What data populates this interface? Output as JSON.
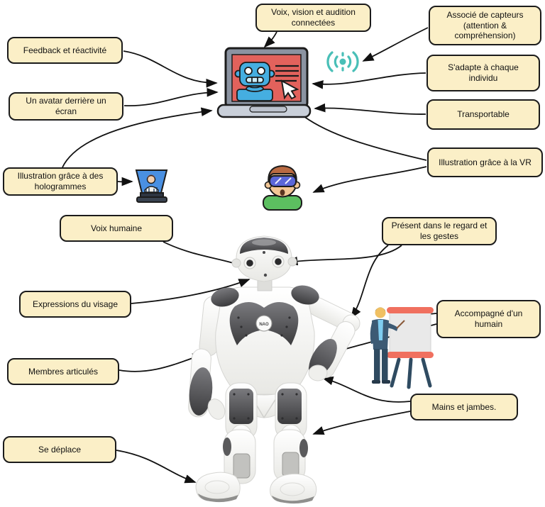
{
  "labels": {
    "voice_vision": "Voix, vision et audition connectées",
    "sensors": "Associé de capteurs (attention & compréhension)",
    "feedback": "Feedback et réactivité",
    "avatar": "Un avatar derrière un écran",
    "adapts": "S'adapte à chaque individu",
    "transportable": "Transportable",
    "vr": "Illustration grâce à la VR",
    "holograms": "Illustration grâce à des hologrammes",
    "human_voice": "Voix humaine",
    "gaze": "Présent dans le regard et les gestes",
    "face": "Expressions du visage",
    "human_companion": "Accompagné d'un humain",
    "limbs": "Membres articulés",
    "hands_legs": "Mains et jambes.",
    "moves": "Se déplace"
  },
  "robot": {
    "badge": "NAO"
  },
  "icons": {
    "laptop": "laptop-robot-avatar-illustration",
    "signal": "broadcast-signal-icon",
    "hologram": "hologram-projector-icon",
    "vr_person": "vr-headset-person-icon",
    "presenter": "presenter-with-flipchart-illustration",
    "robot": "nao-robot-illustration"
  },
  "colors": {
    "label_fill": "#FBEFC7",
    "label_border": "#1B1B1B",
    "connector": "#111111",
    "screen_red": "#E2625C",
    "avatar_blue": "#45AEE0",
    "signal_teal": "#49BFB7",
    "hologram_blue": "#4A90E2",
    "vr_shirt_green": "#5CBF60",
    "vr_goggles_purple": "#5B67D8",
    "flipchart_bar": "#F0705F",
    "suit_navy": "#3C5A74"
  }
}
